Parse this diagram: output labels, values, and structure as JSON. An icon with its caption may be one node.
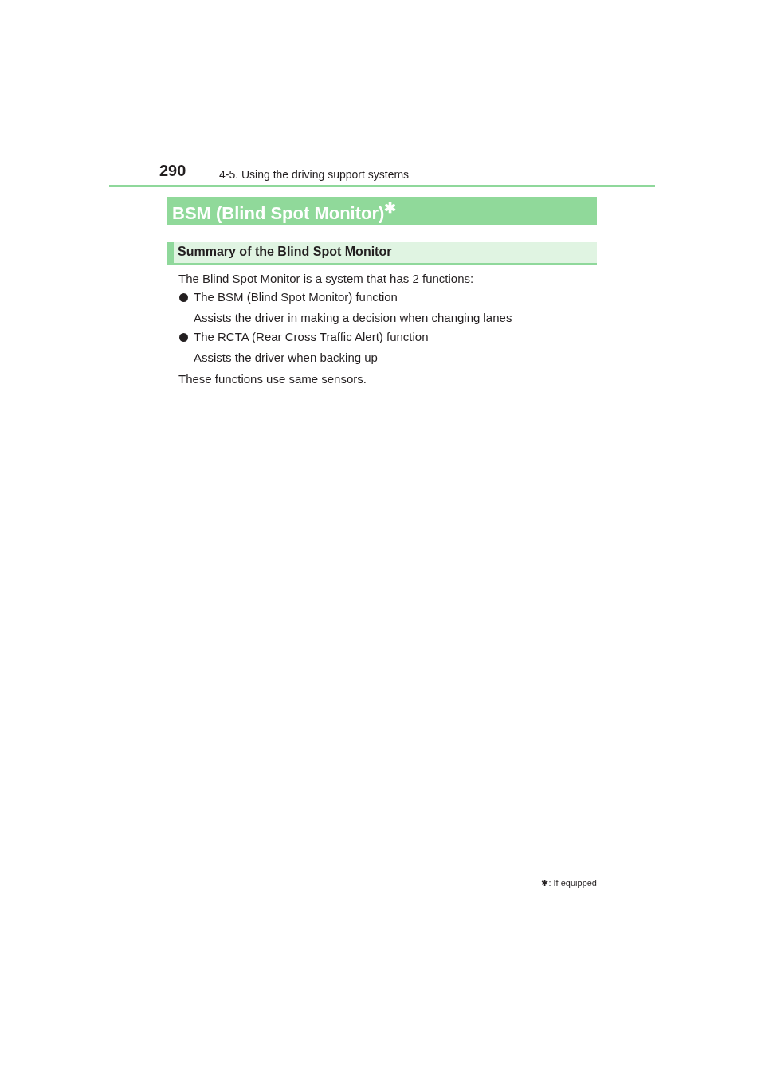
{
  "diagram": {
    "title": "BSM (Blind Spot Monitor)$^{✱}$",
    "nodes": [
      {
        "text": [
          "Summary of the Blind Spot Monitor"
        ]
      }
    ],
    "edges": [],
    "labels": [
      "290",
      "4-5. Using the driving support systems",
      "The Blind Spot Monitor is a system that has 2 functions:",
      "The BSM (Blind Spot Monitor) function",
      "Assists the driver in making a decision when changing lanes",
      "The RCTA (Rear Cross Traffic Alert) function",
      "Assists the driver when backing up",
      "These functions use same sensors.",
      "✱: If equipped"
    ]
  }
}
